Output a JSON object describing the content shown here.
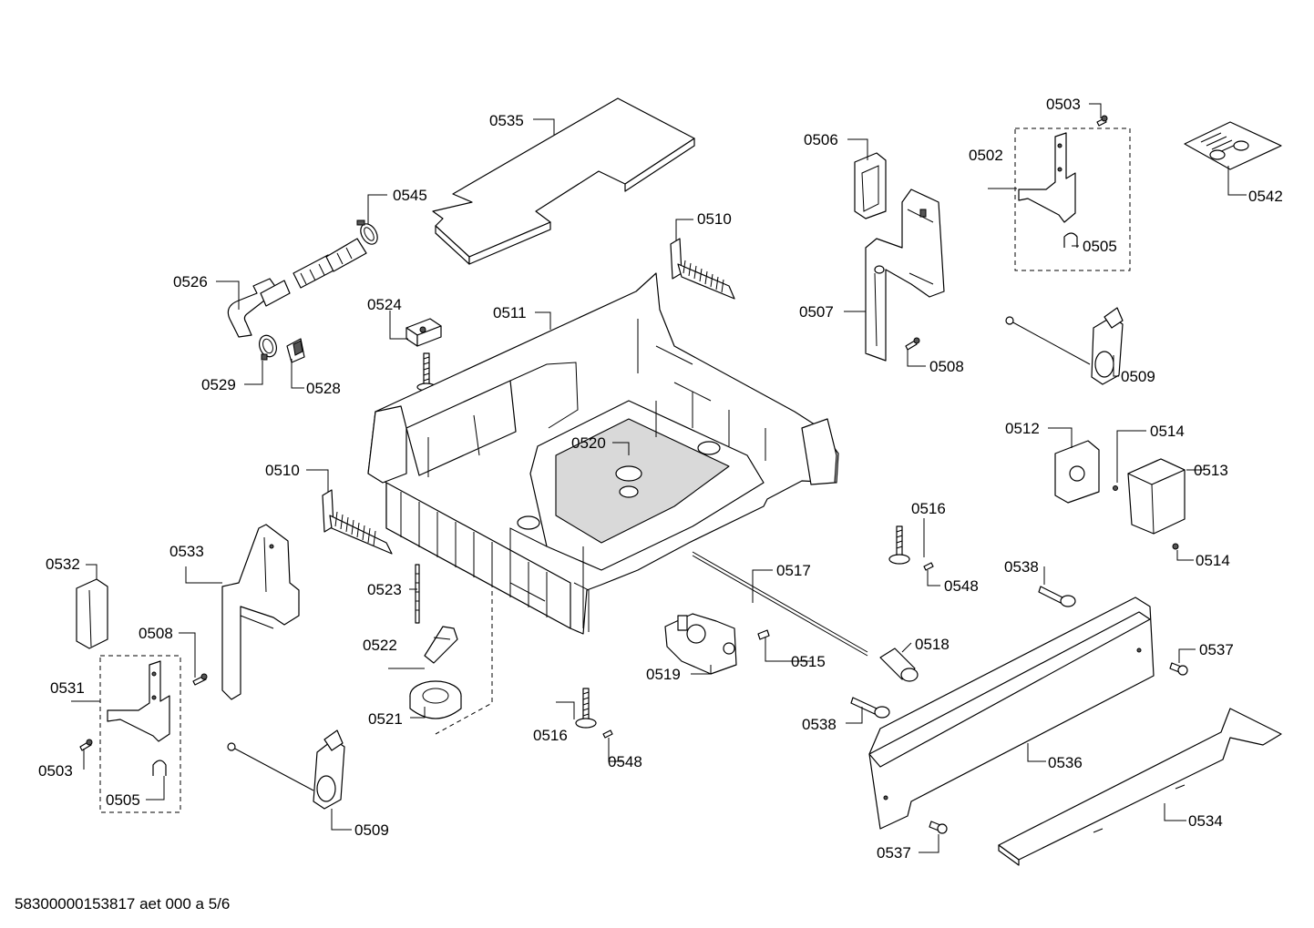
{
  "diagram": {
    "footer_text": "58300000153817 aet 000 a 5/6",
    "labels": [
      "0503",
      "0506",
      "0502",
      "0542",
      "0535",
      "0545",
      "0510",
      "0505",
      "0526",
      "0524",
      "0511",
      "0507",
      "0508",
      "0509",
      "0529",
      "0528",
      "0512",
      "0514",
      "0513",
      "0520",
      "0510",
      "0516",
      "0533",
      "0532",
      "0548",
      "0514",
      "0538",
      "0517",
      "0523",
      "0508",
      "0518",
      "0537",
      "0522",
      "0519",
      "0515",
      "0531",
      "0538",
      "0521",
      "0516",
      "0536",
      "0548",
      "0503",
      "0505",
      "0534",
      "0509",
      "0537"
    ]
  }
}
